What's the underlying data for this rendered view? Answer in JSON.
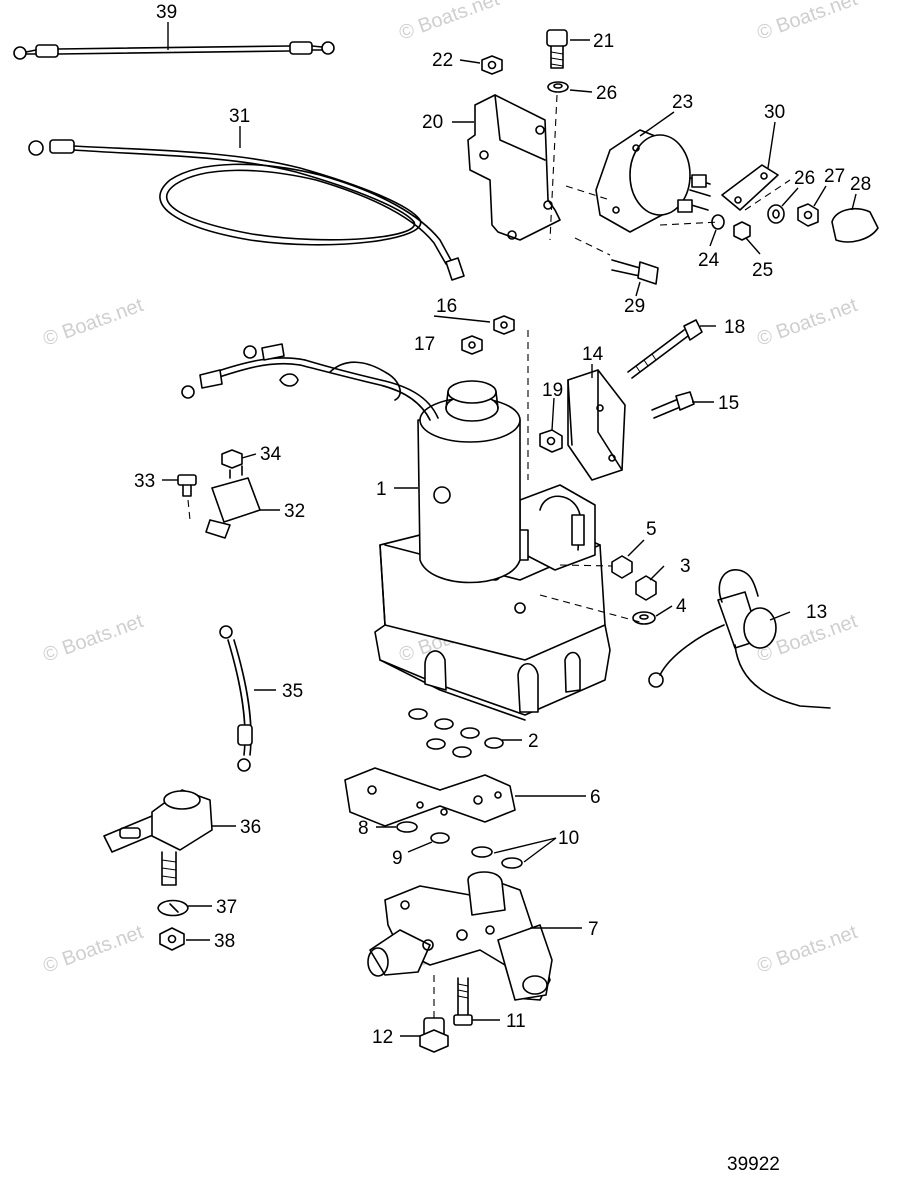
{
  "figure_number": "39922",
  "watermark_text": "© Boats.net",
  "labels": {
    "l1": "1",
    "l2": "2",
    "l3": "3",
    "l4": "4",
    "l5": "5",
    "l6": "6",
    "l7": "7",
    "l8": "8",
    "l9": "9",
    "l10": "10",
    "l11": "11",
    "l12": "12",
    "l13": "13",
    "l14": "14",
    "l15": "15",
    "l16": "16",
    "l17": "17",
    "l18": "18",
    "l19": "19",
    "l20": "20",
    "l21": "21",
    "l22": "22",
    "l23": "23",
    "l24": "24",
    "l25": "25",
    "l26a": "26",
    "l26b": "26",
    "l27": "27",
    "l28": "28",
    "l29": "29",
    "l30": "30",
    "l31": "31",
    "l32": "32",
    "l33": "33",
    "l34": "34",
    "l35": "35",
    "l36": "36",
    "l37": "37",
    "l38": "38",
    "l39": "39"
  }
}
